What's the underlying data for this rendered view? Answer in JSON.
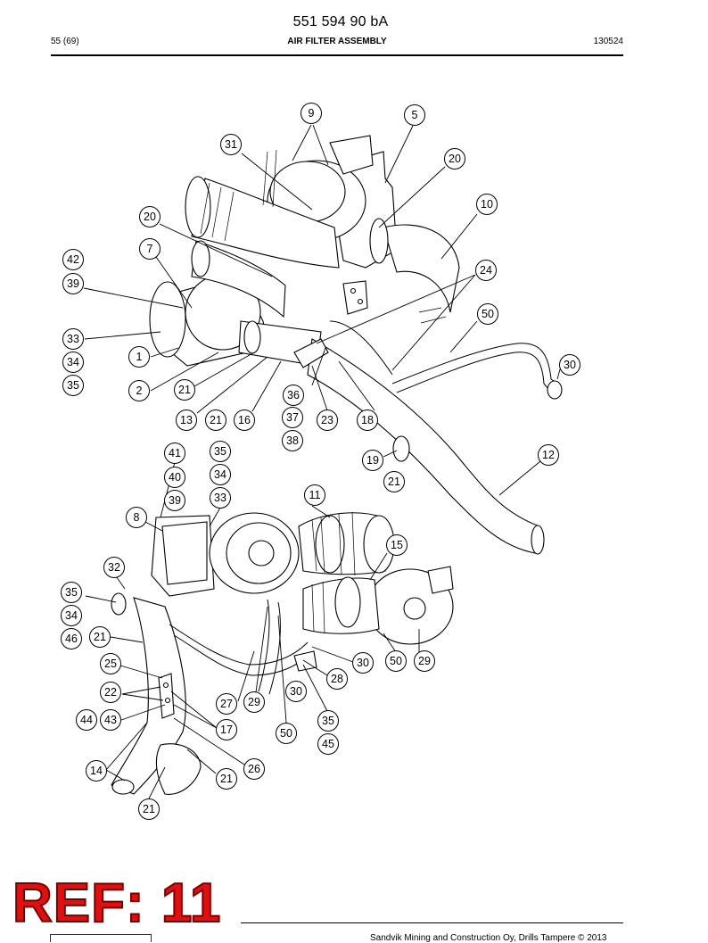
{
  "header": {
    "doc_number": "551 594 90 bA",
    "page_index": "55 (69)",
    "section_title": "AIR FILTER ASSEMBLY",
    "date_code": "130524"
  },
  "stamp": {
    "text": "REF: 11",
    "color": "#e01010"
  },
  "footer": {
    "copyright": "Sandvik Mining and Construction Oy, Drills Tampere © 2013"
  },
  "callouts": {
    "c9": "9",
    "c5": "5",
    "c31": "31",
    "c20a": "20",
    "c10": "10",
    "c20b": "20",
    "c7": "7",
    "c42": "42",
    "c39a": "39",
    "c24": "24",
    "c50a": "50",
    "c33a": "33",
    "c1": "1",
    "c34a": "34",
    "c35a": "35",
    "c2": "2",
    "c21a": "21",
    "c36": "36",
    "c30a": "30",
    "c37": "37",
    "c13": "13",
    "c21b": "21",
    "c16": "16",
    "c23": "23",
    "c18": "18",
    "c38": "38",
    "c41": "41",
    "c35b": "35",
    "c12": "12",
    "c19": "19",
    "c40": "40",
    "c34b": "34",
    "c21c": "21",
    "c39b": "39",
    "c33b": "33",
    "c11": "11",
    "c8": "8",
    "c15": "15",
    "c32": "32",
    "c35c": "35",
    "c34c": "34",
    "c46": "46",
    "c21d": "21",
    "c25": "25",
    "c30b": "30",
    "c50b": "50",
    "c29a": "29",
    "c28": "28",
    "c22": "22",
    "c30c": "30",
    "c27": "27",
    "c29b": "29",
    "c44": "44",
    "c43": "43",
    "c17": "17",
    "c35d": "35",
    "c50c": "50",
    "c45": "45",
    "c26": "26",
    "c14": "14",
    "c21e": "21",
    "c21f": "21"
  }
}
